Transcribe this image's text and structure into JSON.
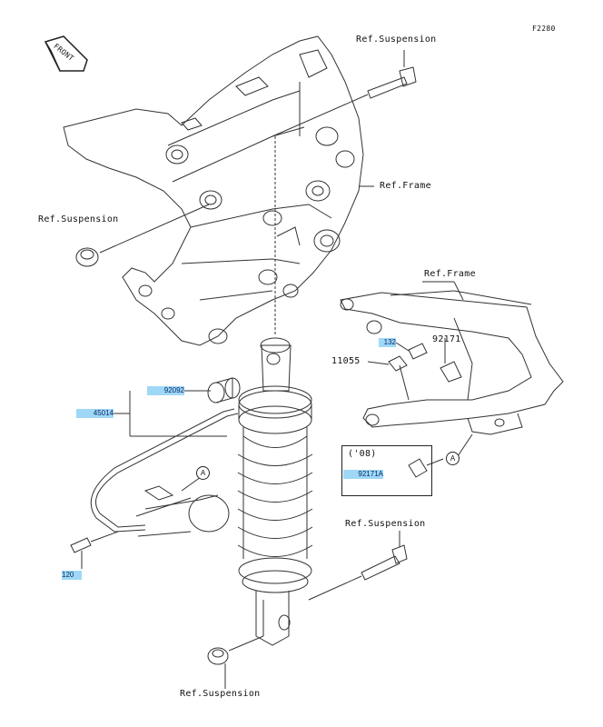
{
  "figure_id": "F2280",
  "front_label": "FRONT",
  "refs": {
    "suspension_top": "Ref.Suspension",
    "frame_main": "Ref.Frame",
    "suspension_left": "Ref.Suspension",
    "frame_right": "Ref.Frame",
    "suspension_lower": "Ref.Suspension",
    "suspension_bottom": "Ref.Suspension"
  },
  "parts": {
    "p132": "132",
    "p92171": "92171",
    "p11055": "11055",
    "p92092": "92092",
    "p45014": "45014",
    "p92171A": "92171A",
    "p120": "120"
  },
  "year_note": "('08)",
  "callouts": {
    "a1": "A",
    "a2": "A"
  },
  "colors": {
    "highlight": "#9fd8f6",
    "line": "#333333"
  }
}
